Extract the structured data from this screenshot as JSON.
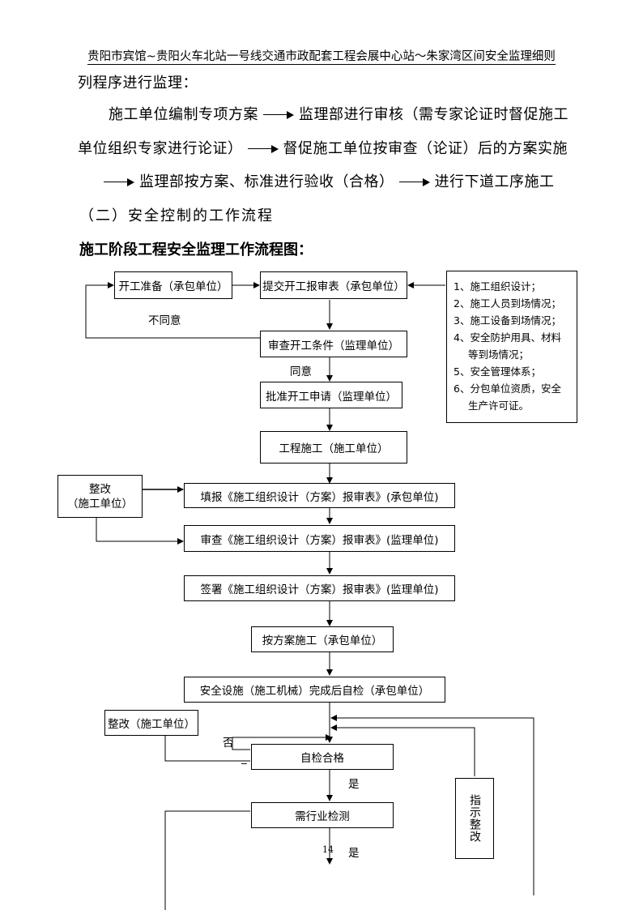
{
  "header": "贵阳市宾馆~贵阳火车北站一号线交通市政配套工程会展中心站～朱家湾区间安全监理细则",
  "intro": {
    "line1": "列程序进行监理：",
    "line2a": "施工单位编制专项方案",
    "line2b": "监理部进行审核（需专家论证时督促施工",
    "line3a": "单位组织专家进行论证）",
    "line3b": "督促施工单位按审查（论证）后的方案实施",
    "line4a": "监理部按方案、标准进行验收（合格）",
    "line4b": "进行下道工序施工"
  },
  "section_heading": "（二）安全控制的工作流程",
  "flow_title": "施工阶段工程安全监理工作流程图：",
  "flow": {
    "start_prep": "开工准备（承包单位）",
    "submit_report": "提交开工报审表（承包单位）",
    "disagree": "不同意",
    "review_conditions": "审查开工条件（监理单位）",
    "agree": "同意",
    "approve_application": "批准开工申请（监理单位）",
    "construction": "工程施工（施工单位）",
    "rectify_title": "整改",
    "rectify_sub": "（施工单位）",
    "fill_report": "填报《施工组织设计（方案）报审表》(承包单位)",
    "review_report": "审查《施工组织设计（方案）报审表》(监理单位)",
    "sign_report": "签署《施工组织设计（方案）报审表》(监理单位)",
    "follow_plan": "按方案施工（承包单位）",
    "self_check": "安全设施（施工机械）完成后自检（承包单位）",
    "rectify2": "整改（施工单位）",
    "no": "否",
    "dash": "_",
    "self_check_pass": "自检合格",
    "yes1": "是",
    "industry_test": "需行业检测",
    "yes2": "是",
    "instruct_rectify": "指示整改"
  },
  "requirements": [
    {
      "num": "1、",
      "text": "施工组织设计；"
    },
    {
      "num": "2、",
      "text": "施工人员到场情况；"
    },
    {
      "num": "3、",
      "text": "施工设备到场情况；"
    },
    {
      "num": "4、",
      "text": "安全防护用具、材料",
      "cont": "等到场情况；"
    },
    {
      "num": "5、",
      "text": "安全管理体系；"
    },
    {
      "num": "6、",
      "text": "分包单位资质，安全",
      "cont": "生产许可证。"
    }
  ],
  "page_number": "14"
}
